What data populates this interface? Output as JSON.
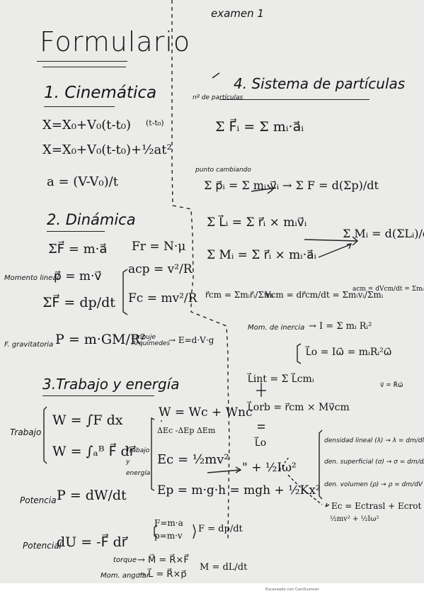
{
  "header": {
    "exam_label": "examen 1"
  },
  "title": "Formulario",
  "sections": {
    "cinematica": {
      "heading": "1. Cinemática",
      "eq1": "X=X₀+V₀(t-t₀)",
      "eq1_note": "(t-t₀)",
      "eq2": "X=X₀+V₀(t-t₀)+½at²",
      "eq3": "a = (V-V₀)/t"
    },
    "dinamica": {
      "heading": "2. Dinámica",
      "eq_newton": "ΣF⃗ = m·a⃗",
      "momento_label": "Momento lineal",
      "eq_momento": "p⃗ = m·v⃗",
      "eq_force_momentum": "ΣF⃗ = dp/dt",
      "eq_friction": "Fr = N·μ",
      "eq_acp": "acp = v²/R",
      "eq_fc": "Fc = mv²/R",
      "grav_label": "F. gravitatoria",
      "eq_grav": "P = m·GM/R²",
      "empuje_label": "Empuje Arquímedes",
      "eq_empuje": "→ E=d·V·g"
    },
    "trabajo": {
      "heading": "3.Trabajo y energía",
      "trabajo_label": "Trabajo",
      "eq_w1": "W = ∫F dx",
      "eq_w2": "W = ∫ₐᴮ F⃗ dr⃗",
      "potencia_label": "Potencia",
      "eq_potencia": "P = dW/dt",
      "potencial_label": "Potencial",
      "eq_potencial": "dU = -F⃗ dr⃗",
      "te_label": "Trabajo y energía",
      "eq_wsum": "W = Wc + Wnc",
      "eq_delta": "ΔEc  -ΔEp  ΔEm",
      "eq_ec": "Ec = ½mv²",
      "eq_ec_rot": "\" + ½Iω²",
      "eq_ep": "Ep = m·g·h = mgh + ½Kx²",
      "eq_fma": "F=m·a",
      "eq_pmv": "p=m·v",
      "eq_fdp": "F = dp/dt",
      "torque_label": "torque",
      "eq_torque": "→ M⃗ = R⃗×F⃗",
      "angular_label": "Mom. angular",
      "eq_angular": "→ L⃗ = R⃗×p⃗",
      "eq_mdl": "M = dL/dt",
      "eq_ec_total": "Ec = Ectrasl + Ecrot",
      "eq_ec_total_sub": "½mv²  +  ½Iω²"
    },
    "particulas": {
      "heading": "4. Sistema de partículas",
      "ndp_label": "nº de partículas",
      "eq_forces": "Σ F⃗ᵢ = Σ mᵢ·a⃗ᵢ",
      "punto_label": "punto cambiando",
      "eq_p": "Σ p⃗ᵢ = Σ mᵢ·v⃗ᵢ → Σ F = d(Σp)/dt",
      "eq_l": "Σ L⃗ᵢ = Σ r⃗ᵢ × mᵢv⃗ᵢ",
      "eq_m": "Σ Mᵢ = Σ r⃗ᵢ × mᵢ·a⃗ᵢ",
      "eq_dm": "Σ Mᵢ = d(ΣLᵢ)/dt",
      "eq_rcm": "r⃗cm = Σmᵢr⃗ᵢ/Σmᵢ",
      "eq_vcm": "Vcm = dr⃗cm/dt = Σmᵢvᵢ/Σmᵢ",
      "eq_acm": "acm = dVcm/dt = Σmᵢaᵢ/Σmᵢ",
      "inercia_label": "Mom. de inercia",
      "eq_inercia": "→ I = Σ mᵢ Rᵢ²",
      "eq_lo": "L⃗o = Iω⃗ = mᵢRᵢ²ω⃗",
      "eq_v": "v⃗ = R⃗ω⃗",
      "eq_lint": "L⃗int = Σ L⃗cmᵢ",
      "eq_lorb": "L⃗orb = r⃗cm × Mv⃗cm",
      "eq_lo2": "L⃗o",
      "densidad_lineal": "densidad lineal (λ) → λ = dm/dl",
      "densidad_sup": "den. superficial (σ) → σ = dm/dA",
      "densidad_vol": "den. volumen (ρ) → ρ = dm/dV"
    }
  },
  "footer": {
    "scanner_note": "Escaneado con CamScanner"
  }
}
